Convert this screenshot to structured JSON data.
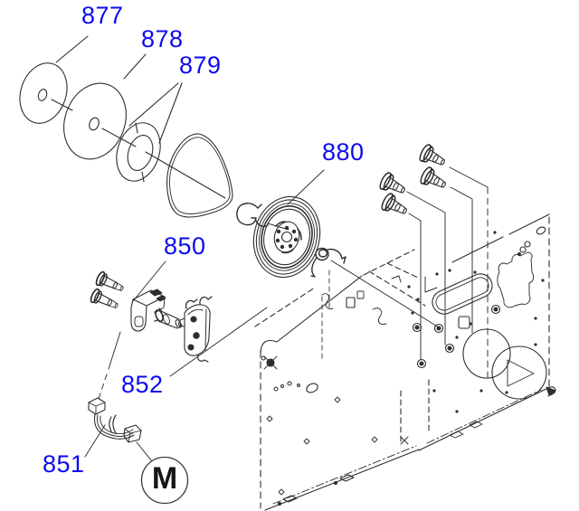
{
  "diagram": {
    "type": "exploded-parts-diagram",
    "description": "Isometric exploded view of a motor / pulley drive assembly mounted to a chassis frame, technical line art with blue part numbers",
    "background_color": "#ffffff",
    "line_color": "#2e2e2e",
    "label_color": "#0b0bf0",
    "motor_text_color": "#161616",
    "labels": [
      {
        "id": "877",
        "text": "877",
        "part": "washer-disc-small"
      },
      {
        "id": "878",
        "text": "878",
        "part": "washer-disc-large"
      },
      {
        "id": "879",
        "text": "879",
        "part": "split-ring-washer"
      },
      {
        "id": "880",
        "text": "880",
        "part": "pulley-assembly"
      },
      {
        "id": "850",
        "text": "850",
        "part": "motor-bracket-with-screws"
      },
      {
        "id": "852",
        "text": "852",
        "part": "motor-holder"
      },
      {
        "id": "851",
        "text": "851",
        "part": "wire-harness"
      }
    ],
    "motor": {
      "symbol": "M"
    },
    "unlabeled_parts": [
      "drive-belt",
      "c-clip",
      "tension-spring",
      "shoulder-screws-x4",
      "bracket-screws-x2",
      "chassis-frame-plates"
    ]
  }
}
